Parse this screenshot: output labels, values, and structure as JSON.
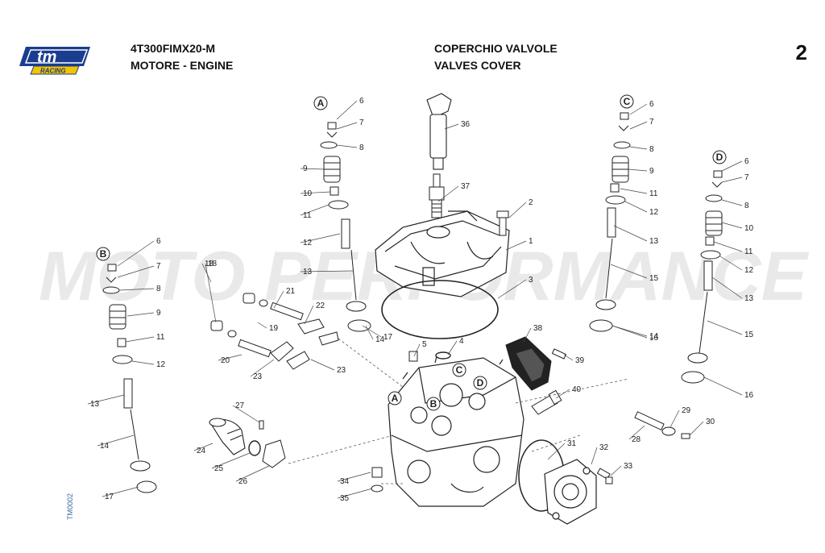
{
  "header": {
    "model_code": "4T300FIMX20-M",
    "section": "MOTORE - ENGINE",
    "title_it": "COPERCHIO VALVOLE",
    "title_en": "VALVES COVER",
    "page_number": "2"
  },
  "logo": {
    "text": "tm",
    "subtext": "RACING"
  },
  "watermark": "MOTO PERFORMANCE",
  "reference_code": "TM0002",
  "group_markers": [
    "A",
    "B",
    "C",
    "D"
  ],
  "part_numbers": [
    "1",
    "2",
    "3",
    "4",
    "5",
    "6",
    "7",
    "8",
    "9",
    "10",
    "11",
    "12",
    "13",
    "14",
    "15",
    "16",
    "17",
    "18",
    "19",
    "20",
    "21",
    "22",
    "23",
    "24",
    "25",
    "26",
    "27",
    "28",
    "29",
    "30",
    "31",
    "32",
    "33",
    "34",
    "35",
    "36",
    "37",
    "38",
    "39",
    "40"
  ],
  "colors": {
    "text": "#111111",
    "logo_blue": "#1a3d8f",
    "logo_yellow": "#f2c300",
    "watermark": "#e9e9e9",
    "reference": "#3a6aa0"
  }
}
